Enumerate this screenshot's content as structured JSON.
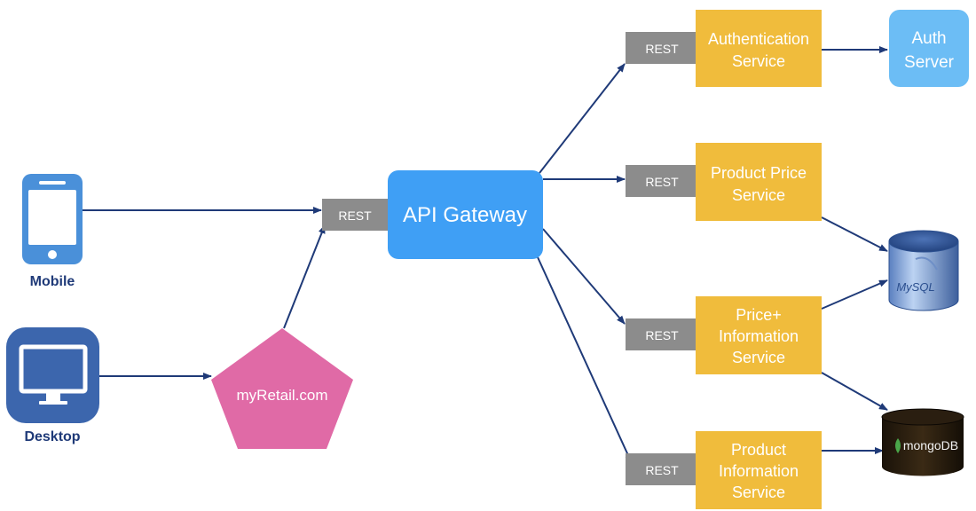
{
  "clients": {
    "mobile": "Mobile",
    "desktop": "Desktop",
    "web": "myRetail.com"
  },
  "gateway": "API Gateway",
  "rest_label": "REST",
  "services": {
    "auth_l1": "Authentication",
    "auth_l2": "Service",
    "price_l1": "Product Price",
    "price_l2": "Service",
    "priceinfo_l1": "Price+",
    "priceinfo_l2": "Information",
    "priceinfo_l3": "Service",
    "prodinfo_l1": "Product",
    "prodinfo_l2": "Information",
    "prodinfo_l3": "Service"
  },
  "auth_server": {
    "l1": "Auth",
    "l2": "Server"
  },
  "databases": {
    "mysql": "MySQL",
    "mongo": "mongoDB"
  },
  "colors": {
    "arrow": "#1f3a78",
    "service": "#f0bc3c",
    "gateway": "#3f9ff5",
    "auth_server": "#6cbdf5",
    "rest": "#8c8c8c",
    "pentagon": "#e06aa6",
    "device": "#3c66ad",
    "label_dark": "#1f3a78"
  }
}
